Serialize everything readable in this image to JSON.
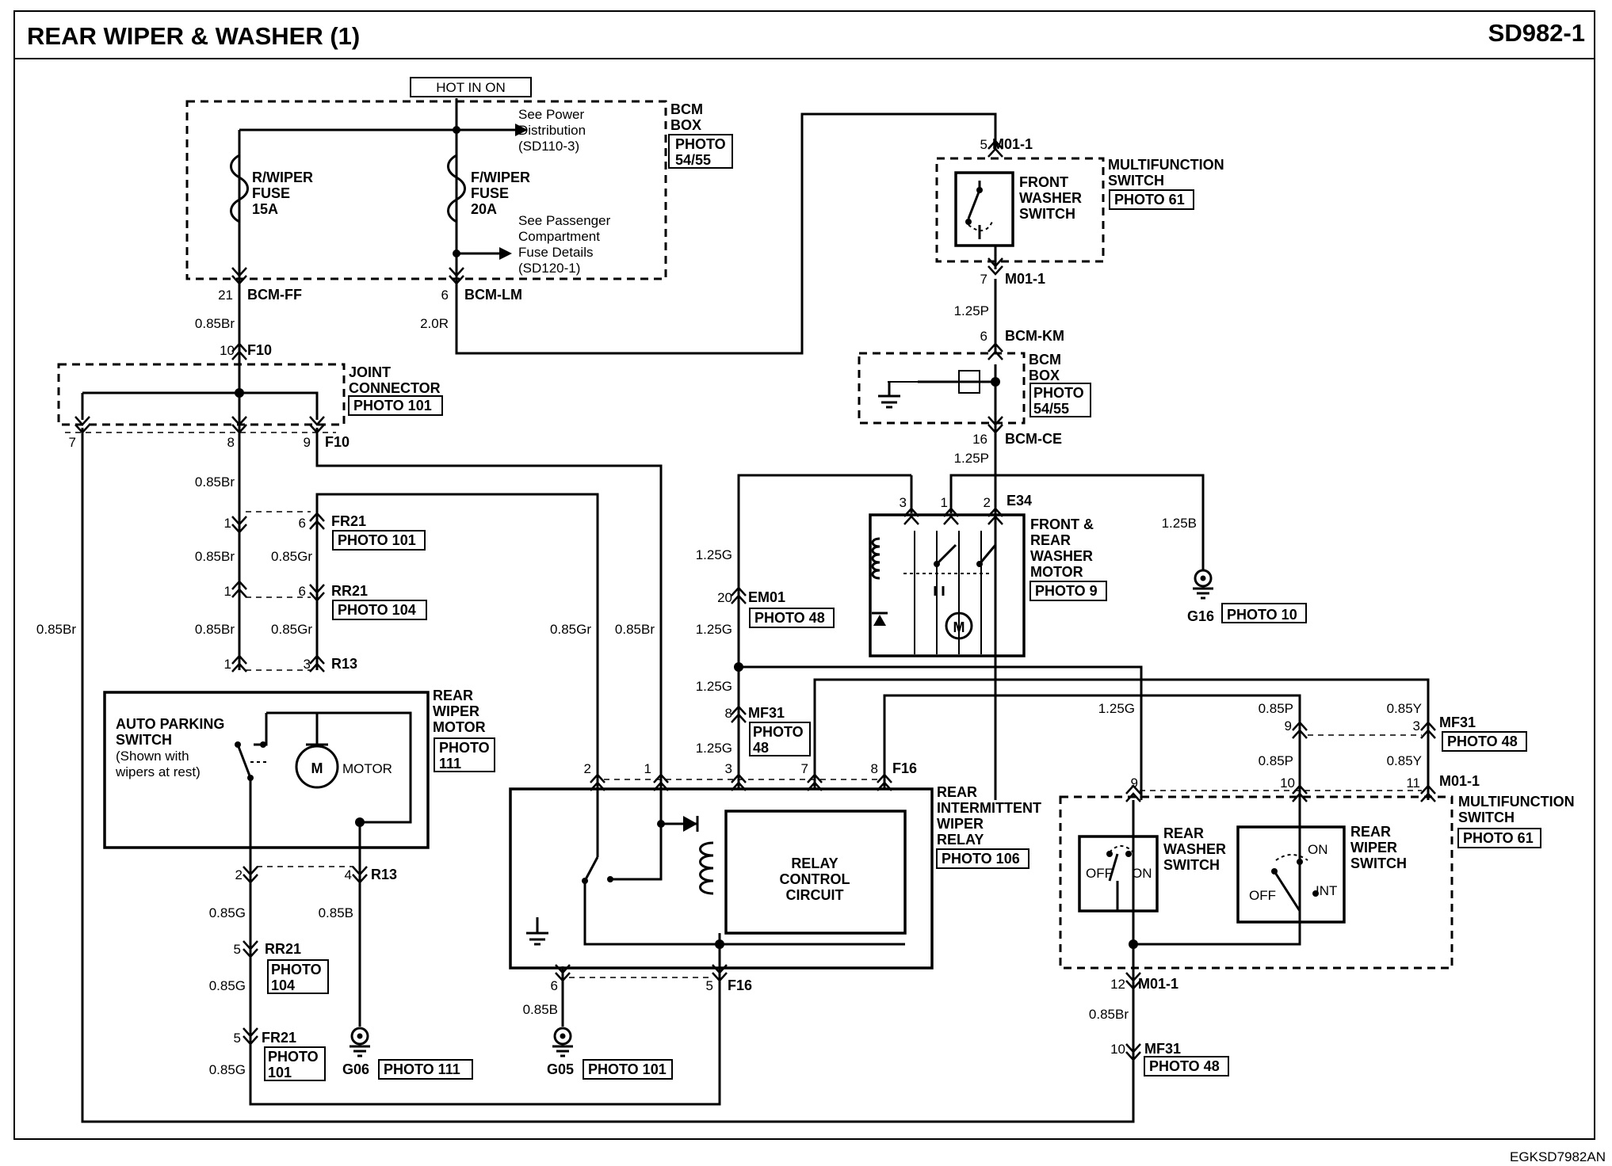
{
  "header": {
    "title": "REAR WIPER & WASHER (1)",
    "code": "SD982-1"
  },
  "footer": {
    "ref": "EGKSD7982AN"
  },
  "power": {
    "hot": "HOT IN ON",
    "see_power": [
      "See Power",
      "Distribution",
      "(SD110-3)"
    ],
    "see_pass": [
      "See Passenger",
      "Compartment",
      "Fuse Details",
      "(SD120-1)"
    ]
  },
  "fuses": [
    {
      "label": [
        "R/WIPER",
        "FUSE",
        "15A"
      ]
    },
    {
      "label": [
        "F/WIPER",
        "FUSE",
        "20A"
      ]
    }
  ],
  "components": {
    "bcm_top": [
      "BCM",
      "BOX"
    ],
    "bcm_mid": [
      "BCM",
      "BOX"
    ],
    "joint": [
      "JOINT",
      "CONNECTOR"
    ],
    "mfs_top": [
      "MULTIFUNCTION",
      "SWITCH"
    ],
    "front_washer": [
      "FRONT",
      "WASHER",
      "SWITCH"
    ],
    "rear_motor": [
      "REAR",
      "WIPER",
      "MOTOR"
    ],
    "auto_park": [
      "AUTO PARKING",
      "SWITCH",
      "(Shown with",
      "wipers at rest)"
    ],
    "motor": "MOTOR",
    "m": "M",
    "washer_motor": [
      "FRONT &",
      "REAR",
      "WASHER",
      "MOTOR"
    ],
    "relay": [
      "REAR",
      "INTERMITTENT",
      "WIPER",
      "RELAY"
    ],
    "relay_circuit": [
      "RELAY",
      "CONTROL",
      "CIRCUIT"
    ],
    "mfs_bot": [
      "MULTIFUNCTION",
      "SWITCH"
    ],
    "rear_washer": [
      "REAR",
      "WASHER",
      "SWITCH"
    ],
    "rear_wiper": [
      "REAR",
      "WIPER",
      "SWITCH"
    ],
    "off": "OFF",
    "on": "ON",
    "int": "INT"
  },
  "photos": {
    "bcm_top": [
      "PHOTO",
      "54/55"
    ],
    "bcm_mid": [
      "PHOTO",
      "54/55"
    ],
    "joint": "PHOTO 101",
    "mfs_top": "PHOTO 61",
    "fr21a": "PHOTO 101",
    "rr21a": "PHOTO 104",
    "rear_motor": [
      "PHOTO",
      "111"
    ],
    "em01": "PHOTO 48",
    "mf31_mid": [
      "PHOTO",
      "48"
    ],
    "washer": "PHOTO 9",
    "g16": "PHOTO 10",
    "mf31_r": "PHOTO 48",
    "mfs_bot": "PHOTO 61",
    "relay": "PHOTO 106",
    "rr21b": [
      "PHOTO",
      "104"
    ],
    "fr21b": [
      "PHOTO",
      "101"
    ],
    "g06": "PHOTO 111",
    "g05": "PHOTO 101",
    "mf31_b": "PHOTO 48"
  },
  "connectors": {
    "bcm_ff": "BCM-FF",
    "bcm_lm": "BCM-LM",
    "f10": "F10",
    "fr21": "FR21",
    "rr21": "RR21",
    "r13": "R13",
    "em01": "EM01",
    "mf31": "MF31",
    "f16": "F16",
    "m01_1": "M01-1",
    "bcm_km": "BCM-KM",
    "bcm_ce": "BCM-CE",
    "e34": "E34",
    "g16": "G16",
    "g06": "G06",
    "g05": "G05"
  },
  "pins": {
    "p21": "21",
    "p6": "6",
    "p10": "10",
    "p7": "7",
    "p8": "8",
    "p9": "9",
    "p1": "1",
    "p3": "3",
    "p2": "2",
    "p4": "4",
    "p5": "5",
    "p20": "20",
    "p16": "16",
    "p11": "11",
    "p12": "12"
  },
  "wires": {
    "br085": "0.85Br",
    "gr085": "0.85Gr",
    "g085": "0.85G",
    "b085": "0.85B",
    "r20": "2.0R",
    "g125": "1.25G",
    "p125": "1.25P",
    "b125": "1.25B",
    "p085": "0.85P",
    "y085": "0.85Y"
  }
}
